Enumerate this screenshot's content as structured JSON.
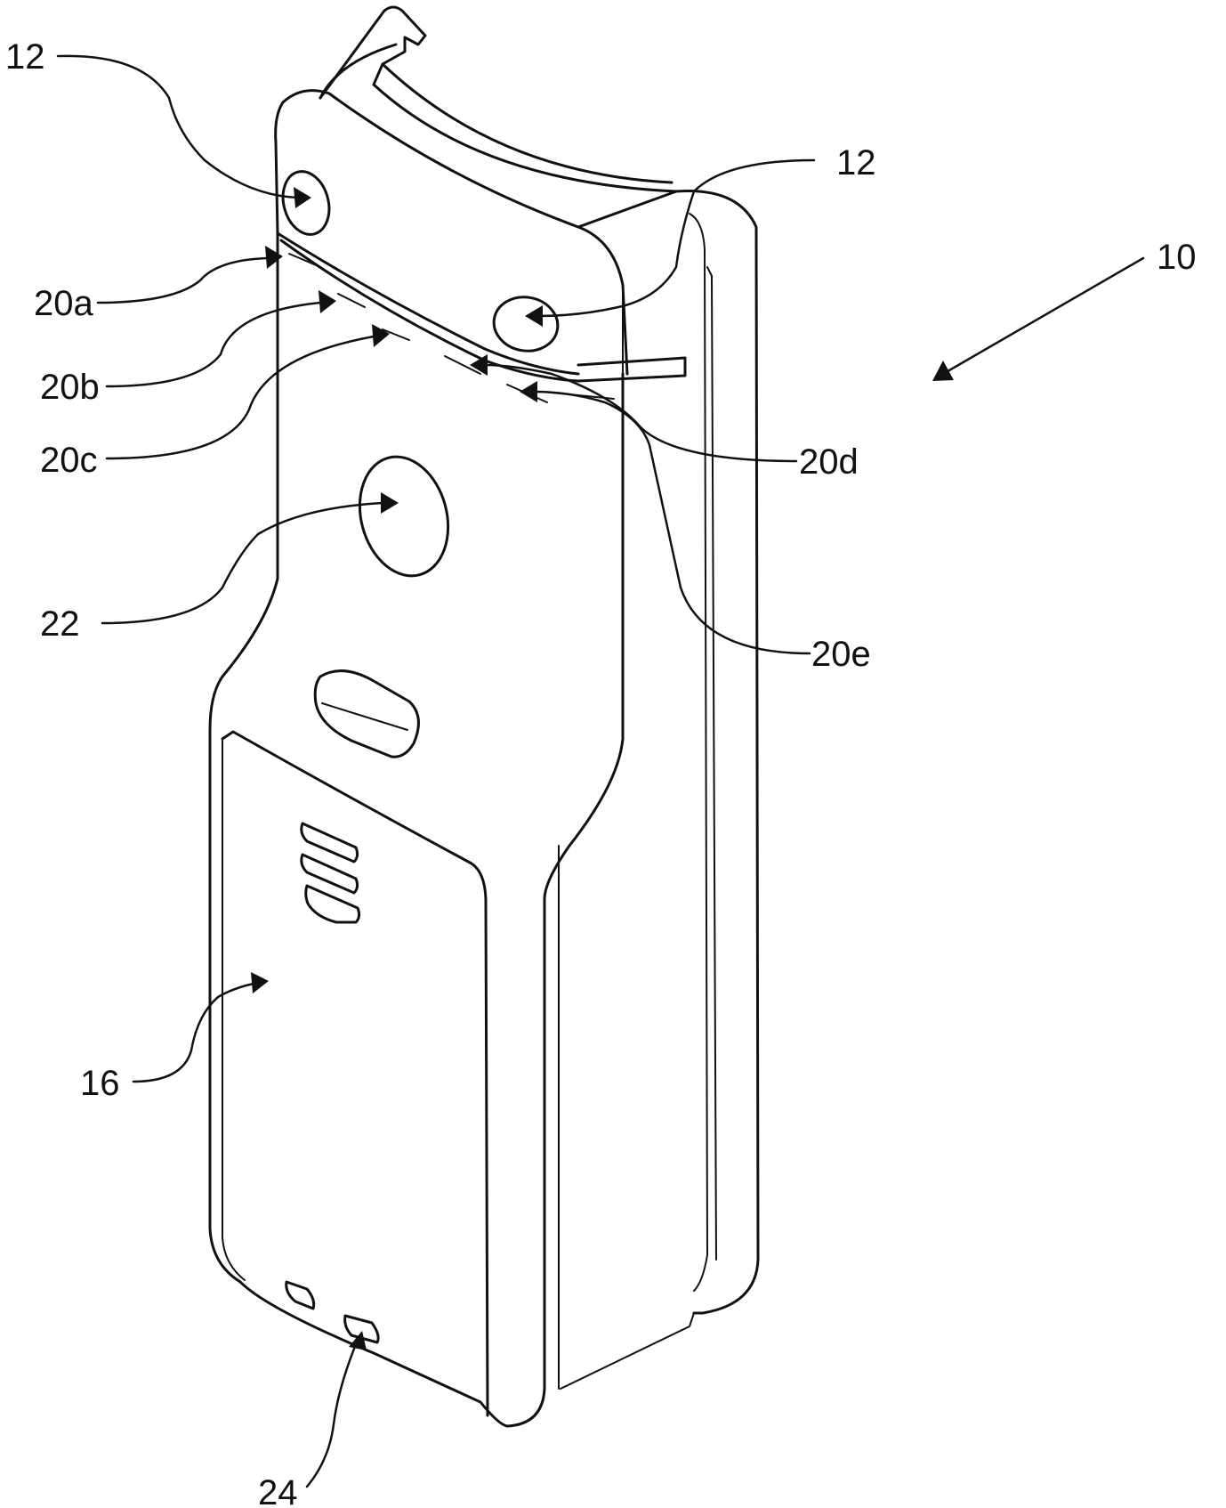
{
  "figure": {
    "reference_labels": {
      "device_top_left": "12",
      "device_top_right": "12",
      "device_whole": "10",
      "indicator_a": "20a",
      "indicator_b": "20b",
      "indicator_c": "20c",
      "indicator_d": "20d",
      "indicator_e": "20e",
      "center_button": "22",
      "battery_cover": "16",
      "bottom_port": "24"
    },
    "icons": {
      "leader_arrow": "arrow-icon"
    },
    "colors": {
      "line": "#111111",
      "background": "#ffffff"
    }
  }
}
